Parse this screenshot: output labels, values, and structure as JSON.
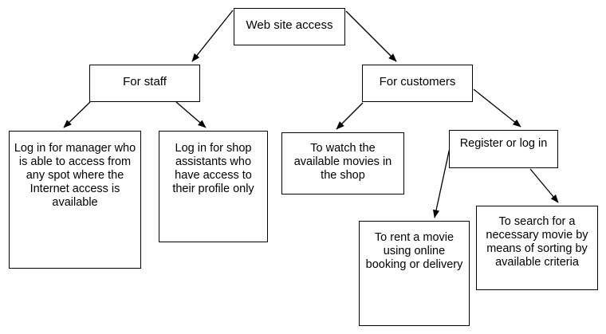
{
  "diagram": {
    "title": "Web site access",
    "type": "flowchart",
    "style": {
      "background": "#ffffff",
      "node_fill": "#ffffff",
      "node_stroke": "#000000",
      "edge_stroke": "#000000",
      "text_color": "#000000"
    },
    "nodes": [
      {
        "id": "root",
        "label": "Web site access",
        "level": 0
      },
      {
        "id": "staff",
        "label": "For staff",
        "level": 1
      },
      {
        "id": "customers",
        "label": "For customers",
        "level": 1
      },
      {
        "id": "manager",
        "label": "Log in for manager who is able to access from any spot where the Internet access is available",
        "level": 2
      },
      {
        "id": "assistants",
        "label": "Log in for shop assistants who have access to their profile only",
        "level": 2
      },
      {
        "id": "watch",
        "label": "To watch the available movies in the shop",
        "level": 2
      },
      {
        "id": "register",
        "label": "Register or log in",
        "level": 2
      },
      {
        "id": "rent",
        "label": "To rent a movie using online booking or delivery",
        "level": 3
      },
      {
        "id": "search",
        "label": "To search for a necessary movie by means of sorting by available criteria",
        "level": 3
      }
    ],
    "edges": [
      {
        "from": "root",
        "to": "staff"
      },
      {
        "from": "root",
        "to": "customers"
      },
      {
        "from": "staff",
        "to": "manager"
      },
      {
        "from": "staff",
        "to": "assistants"
      },
      {
        "from": "customers",
        "to": "watch"
      },
      {
        "from": "customers",
        "to": "register"
      },
      {
        "from": "customers",
        "to": "rent"
      },
      {
        "from": "register",
        "to": "search"
      }
    ]
  }
}
